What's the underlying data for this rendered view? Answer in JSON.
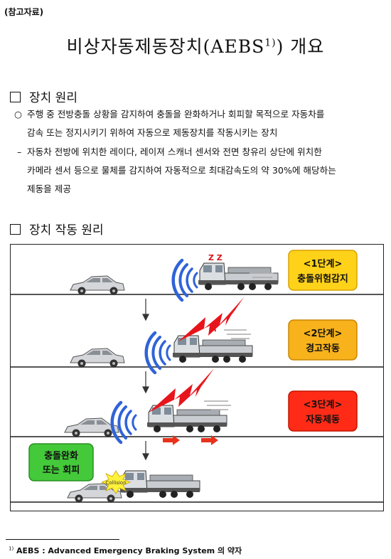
{
  "header": {
    "ref_label": "(참고자료)"
  },
  "title": {
    "main": "비상자동제동장치(AEBS",
    "sup": "1)",
    "tail": ")  개요"
  },
  "section1": {
    "heading": "장치 원리",
    "bullet_mark": "○",
    "bullet_line1": "주행 중 전방충돌 상황을 감지하여 충돌을 완화하거나 회피할 목적으로 자동차를",
    "bullet_line2": "감속 또는 정지시키기 위하여 자동으로 제동장치를 작동시키는 장치",
    "dash_mark": "–",
    "dash_line1": "자동차 전방에 위치한 레이다, 레이져 스캐너 센서와 전면 창유리 상단에 위치한",
    "dash_line2": "카메라 센서 등으로 물체를 감지하여 자동적으로 최대감속도의 약 30%에 해당하는",
    "dash_line3": "제동을 제공"
  },
  "section2": {
    "heading": "장치 작동 원리"
  },
  "diagram": {
    "stage1_line1": "<1단계>",
    "stage1_line2": "충돌위험감지",
    "stage2_line1": "<2단계>",
    "stage2_line2": "경고작동",
    "stage3_line1": "<3단계>",
    "stage3_line2": "자동제동",
    "mitigation_line1": "충돌완화",
    "mitigation_line2": "또는 회피",
    "collision": "Collision",
    "sleep": "Z Z",
    "colors": {
      "stage1": "#ffd21a",
      "stage2": "#f7b21c",
      "stage3": "#ff2b17",
      "green": "#44c93a",
      "wave": "#2f63d8",
      "bolt": "#e8141b"
    }
  },
  "footnote": {
    "mark": "1)",
    "text": "AEBS : Advanced Emergency Braking System 의 약자"
  }
}
